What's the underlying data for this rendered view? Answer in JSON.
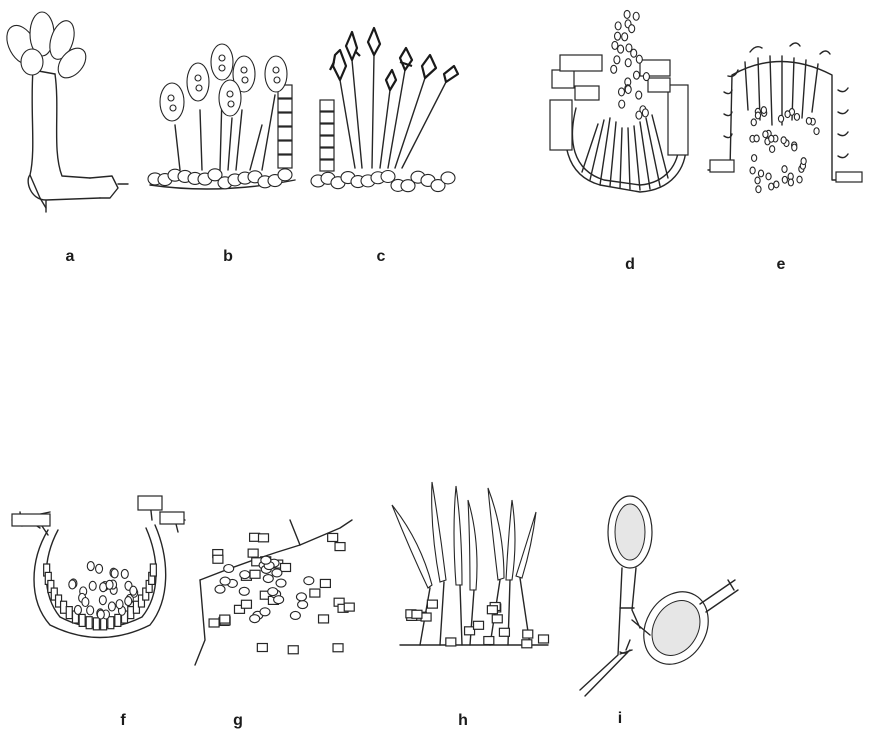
{
  "panels": [
    {
      "id": "a",
      "label": "a",
      "icon": "phialide-cluster-icon"
    },
    {
      "id": "b",
      "label": "b",
      "icon": "sporodochium-oval-conidia-icon"
    },
    {
      "id": "c",
      "label": "c",
      "icon": "sporodochium-fusoid-conidia-icon"
    },
    {
      "id": "d",
      "label": "d",
      "icon": "pycnidium-ostiole-icon"
    },
    {
      "id": "e",
      "label": "e",
      "icon": "acervulus-setae-icon"
    },
    {
      "id": "f",
      "label": "f",
      "icon": "cup-pycnidium-icon"
    },
    {
      "id": "g",
      "label": "g",
      "icon": "acervulus-section-icon"
    },
    {
      "id": "h",
      "label": "h",
      "icon": "fusiform-conidiophores-icon"
    },
    {
      "id": "i",
      "label": "i",
      "icon": "chlamydospores-icon"
    }
  ]
}
